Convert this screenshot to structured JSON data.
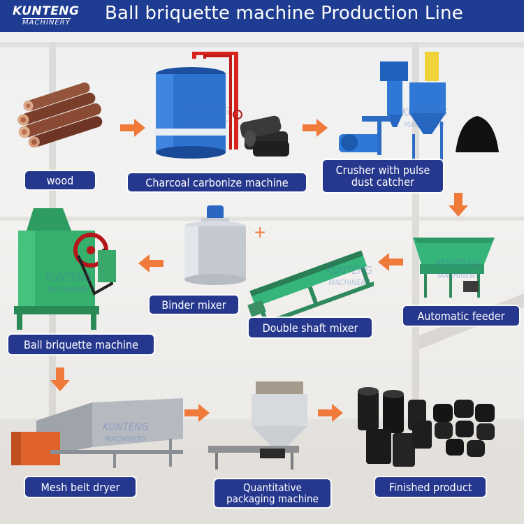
{
  "header": {
    "logo_line1": "KUNTENG",
    "logo_line2": "MACHINERY",
    "title": "Ball briquette machine  Production Line"
  },
  "watermark": {
    "line1": "KUNTENG",
    "line2": "MACHINERY"
  },
  "steps": [
    {
      "label": "wood"
    },
    {
      "label": "Charcoal carbonize machine"
    },
    {
      "label_line1": "Crusher with pulse",
      "label_line2": "dust catcher"
    },
    {
      "label": "Automatic feeder"
    },
    {
      "label": "Double shaft mixer"
    },
    {
      "label": "Binder mixer"
    },
    {
      "label": "Ball briquette machine"
    },
    {
      "label": "Mesh belt dryer"
    },
    {
      "label_line1": "Quantitative",
      "label_line2": "packaging machine"
    },
    {
      "label": "Finished product"
    }
  ],
  "plus_sign": "+",
  "colors": {
    "header": "#1e3d92",
    "label": "#26378e",
    "arrow": "#f07a3a"
  },
  "icons": [
    "arrow-right-icon",
    "arrow-down-icon",
    "arrow-left-icon"
  ]
}
